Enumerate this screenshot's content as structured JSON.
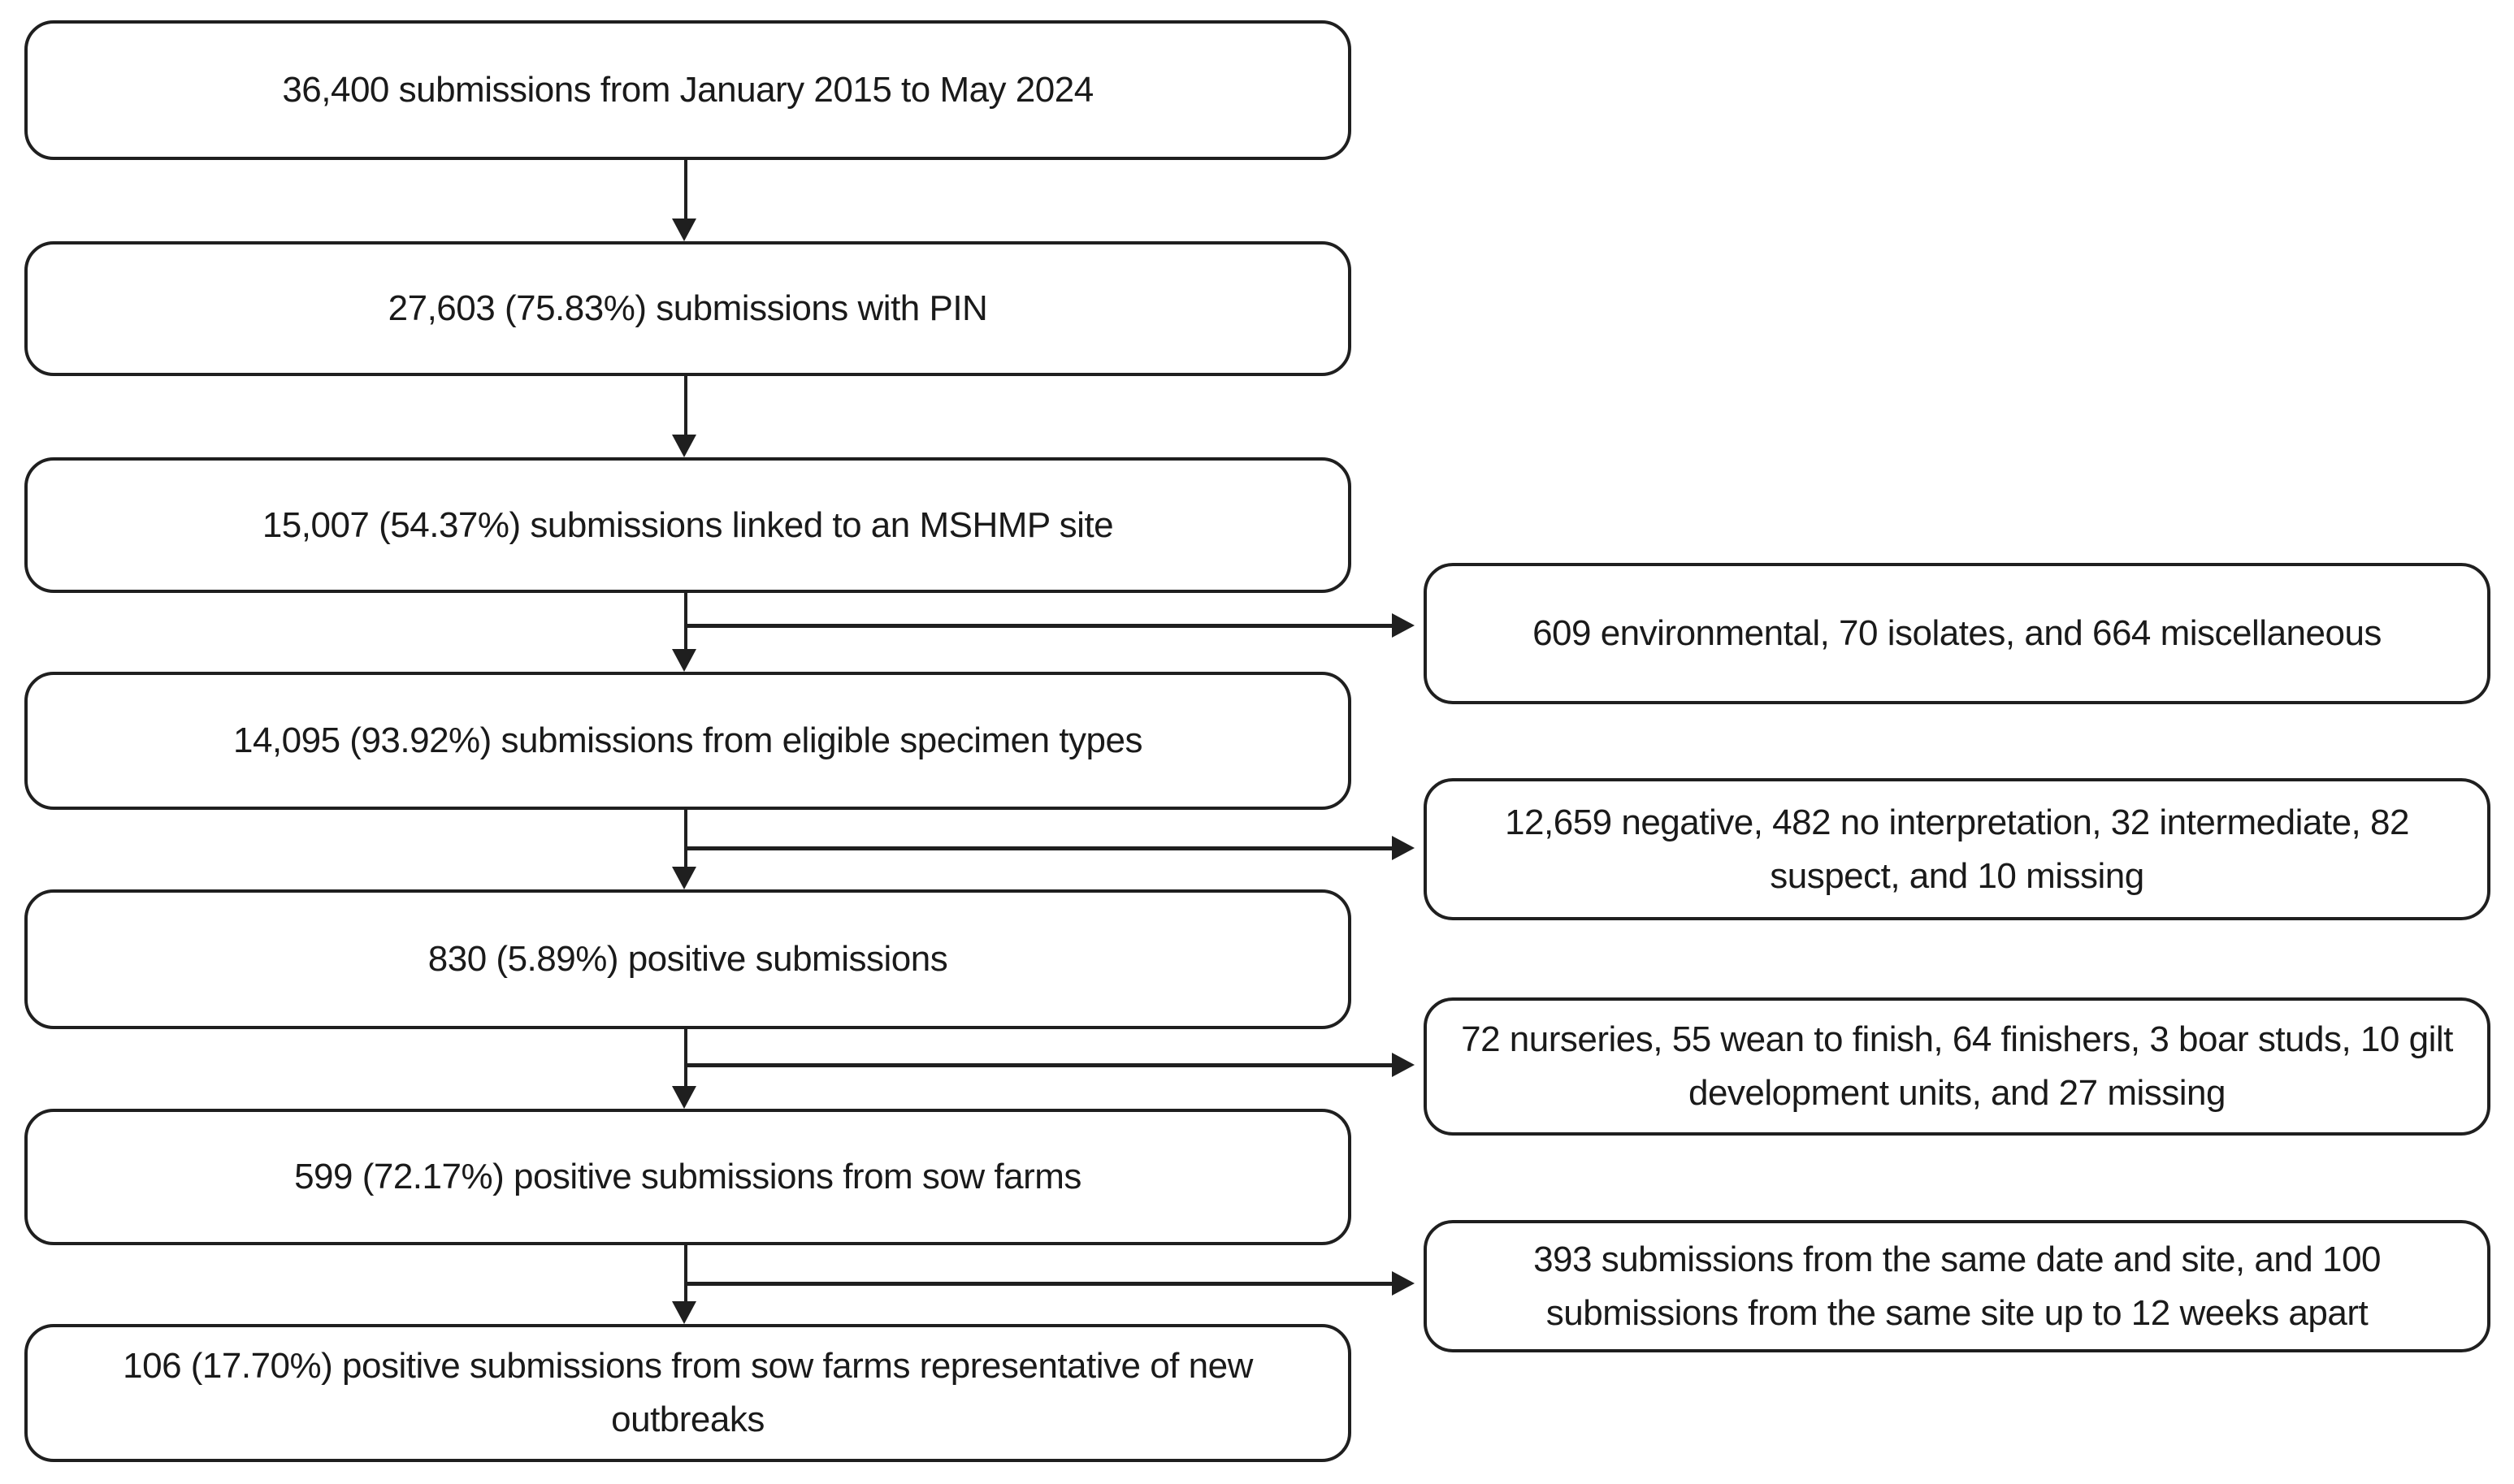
{
  "diagram": {
    "type": "flowchart",
    "colors": {
      "box_border": "#1f1f1f",
      "box_background": "#ffffff",
      "text": "#1a1a1a",
      "arrow": "#1f1f1f"
    },
    "main_flow": [
      {
        "label": "36,400 submissions from January 2015 to May 2024"
      },
      {
        "label": "27,603 (75.83%) submissions with PIN"
      },
      {
        "label": "15,007 (54.37%) submissions linked to an MSHMP site"
      },
      {
        "label": "14,095 (93.92%) submissions from eligible specimen types"
      },
      {
        "label": "830 (5.89%) positive submissions"
      },
      {
        "label": "599 (72.17%) positive submissions from sow farms"
      },
      {
        "label": "106 (17.70%) positive submissions from sow farms representative of new outbreaks"
      }
    ],
    "exclusions": [
      {
        "label": "609 environmental, 70 isolates, and 664 miscellaneous"
      },
      {
        "label": "12,659 negative, 482 no interpretation, 32 intermediate, 82 suspect, and 10 missing"
      },
      {
        "label": "72 nurseries, 55 wean to finish, 64 finishers, 3 boar studs, 10 gilt development units, and 27 missing"
      },
      {
        "label": "393 submissions from the same date and site, and 100 submissions from the same site up to 12 weeks apart"
      }
    ]
  }
}
